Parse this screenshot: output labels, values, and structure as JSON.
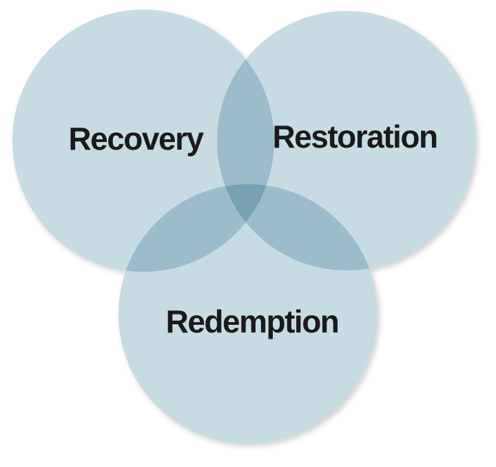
{
  "diagram": {
    "type": "venn",
    "circle_color": "#c7dbe2",
    "text_color": "#1a1a1a",
    "sets": [
      {
        "label": "Recovery"
      },
      {
        "label": "Restoration"
      },
      {
        "label": "Redemption"
      }
    ]
  }
}
